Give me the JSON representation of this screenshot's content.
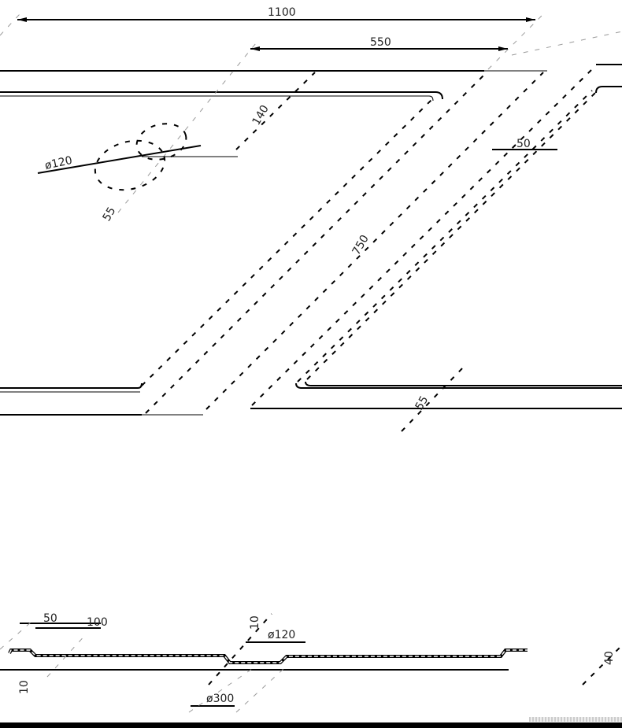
{
  "plan_view": {
    "dim_overall_length": "1100",
    "dim_bowl_width": "550",
    "dim_drain_diameter": "ø120",
    "dim_drain_offset": "55",
    "dim_top_offset": "140",
    "dim_depth_750": "750",
    "dim_bottom_offset": "55",
    "dim_rim": "50"
  },
  "section_view": {
    "dim_step_width": "50",
    "dim_ledge": "100",
    "dim_thickness_left": "10",
    "dim_thickness_drain": "10",
    "dim_drain_diameter": "ø120",
    "dim_drain_span": "ø300",
    "dim_height_right": "40"
  }
}
